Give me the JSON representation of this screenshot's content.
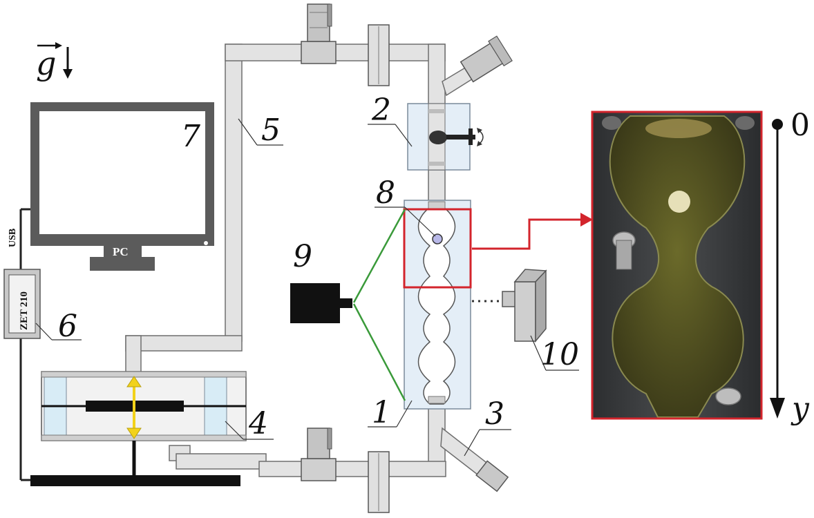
{
  "labels": {
    "n1": "1",
    "n2": "2",
    "n3": "3",
    "n4": "4",
    "n5": "5",
    "n6": "6",
    "n7": "7",
    "n8": "8",
    "n9": "9",
    "n10": "10"
  },
  "gravity_symbol": "g",
  "monitor_text": "PC",
  "cable_text": "USB",
  "device_text": "ZET 210",
  "axis": {
    "origin_label": "0",
    "axis_label": "y"
  },
  "colors": {
    "pipe_fill": "#e3e3e3",
    "pipe_stroke": "#6e6e6e",
    "cell_fill": "#e4eef7",
    "highlight": "#d3242c",
    "laser": "#3a9a3a",
    "arrow": "#f2d21b",
    "dark": "#111111"
  }
}
